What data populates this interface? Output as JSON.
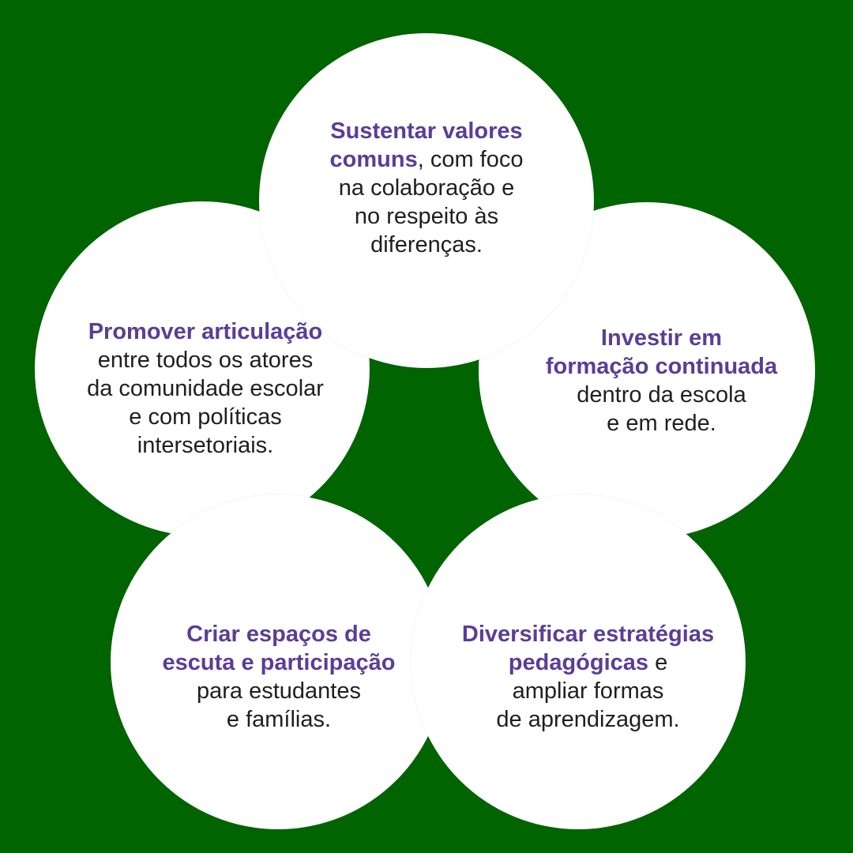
{
  "colors": {
    "background": "#006400",
    "circle": "#ffffff",
    "highlight": "#5b3d96",
    "text": "#1f1f1f"
  },
  "circles": {
    "top": {
      "hl1": "Sustentar valores",
      "hl2": "comuns",
      "rest1": ", com foco",
      "line3": "na colaboração e",
      "line4": "no respeito às",
      "line5": "diferenças."
    },
    "left": {
      "hl1": "Promover articulação",
      "line2": "entre todos os atores",
      "line3": "da comunidade escolar",
      "line4": "e com políticas",
      "line5": "intersetoriais."
    },
    "right": {
      "hl1": "Investir em",
      "hl2": "formação continuada",
      "line3": "dentro da escola",
      "line4": "e em rede."
    },
    "bottom_left": {
      "hl1": "Criar espaços de",
      "hl2": "escuta e participação",
      "line3": "para estudantes",
      "line4": "e famílias."
    },
    "bottom_right": {
      "hl1": "Diversificar estratégias",
      "hl2": "pedagógicas",
      "rest2": " e",
      "line3": "ampliar formas",
      "line4": "de aprendizagem."
    }
  }
}
